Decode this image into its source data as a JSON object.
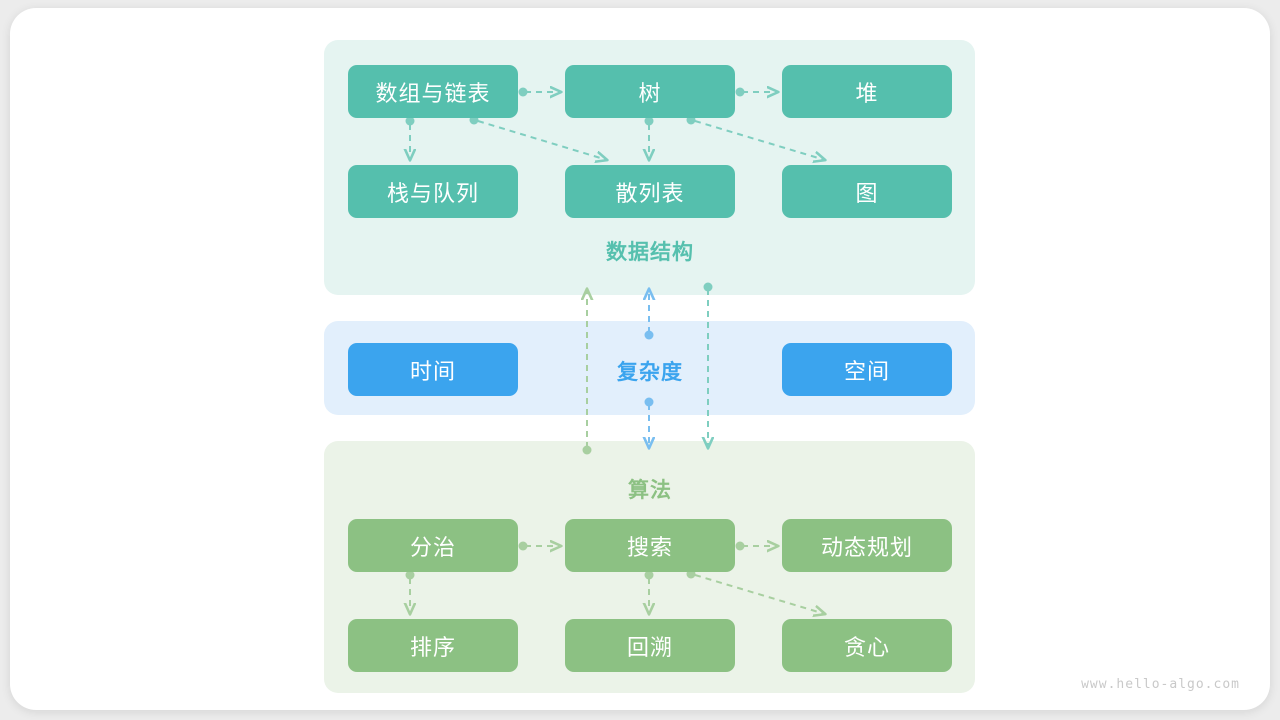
{
  "watermark": "www.hello-algo.com",
  "colors": {
    "teal": "#55bfad",
    "blue": "#3ba4ee",
    "green": "#8cc183",
    "panel_teal_bg": "#e5f4f1",
    "panel_blue_bg": "#e2effc",
    "panel_green_bg": "#ebf3e8",
    "canvas_bg": "#ffffff",
    "watermark_text": "#c9c9c9"
  },
  "sections": {
    "data_structure": {
      "title": "数据结构",
      "nodes": [
        {
          "label": "数组与链表"
        },
        {
          "label": "树"
        },
        {
          "label": "堆"
        },
        {
          "label": "栈与队列"
        },
        {
          "label": "散列表"
        },
        {
          "label": "图"
        }
      ]
    },
    "complexity": {
      "title": "复杂度",
      "nodes": [
        {
          "label": "时间"
        },
        {
          "label": "空间"
        }
      ]
    },
    "algorithm": {
      "title": "算法",
      "nodes": [
        {
          "label": "分治"
        },
        {
          "label": "搜索"
        },
        {
          "label": "动态规划"
        },
        {
          "label": "排序"
        },
        {
          "label": "回溯"
        },
        {
          "label": "贪心"
        }
      ]
    }
  },
  "edges": {
    "data_structure": [
      {
        "from": "数组与链表",
        "to": "树",
        "style": "dashed-arrow"
      },
      {
        "from": "树",
        "to": "堆",
        "style": "dashed-arrow"
      },
      {
        "from": "数组与链表",
        "to": "栈与队列",
        "style": "dashed-arrow"
      },
      {
        "from": "数组与链表",
        "to": "散列表",
        "style": "dashed-arrow"
      },
      {
        "from": "树",
        "to": "散列表",
        "style": "dashed-arrow"
      },
      {
        "from": "树",
        "to": "图",
        "style": "dashed-arrow"
      }
    ],
    "algorithm": [
      {
        "from": "分治",
        "to": "搜索",
        "style": "dashed-arrow"
      },
      {
        "from": "搜索",
        "to": "动态规划",
        "style": "dashed-arrow"
      },
      {
        "from": "分治",
        "to": "排序",
        "style": "dashed-arrow"
      },
      {
        "from": "搜索",
        "to": "回溯",
        "style": "dashed-arrow"
      },
      {
        "from": "搜索",
        "to": "贪心",
        "style": "dashed-arrow"
      }
    ],
    "cross_section": [
      {
        "from": "算法",
        "to": "数据结构",
        "style": "dashed-arrow-up",
        "color": "#8cc183"
      },
      {
        "from": "复杂度",
        "to": "数据结构",
        "style": "dashed-arrow-up",
        "color": "#3ba4ee"
      },
      {
        "from": "复杂度",
        "to": "算法",
        "style": "dashed-arrow-down",
        "color": "#3ba4ee"
      },
      {
        "from": "数据结构",
        "to": "算法",
        "style": "dashed-arrow-down",
        "color": "#55bfad"
      }
    ]
  }
}
